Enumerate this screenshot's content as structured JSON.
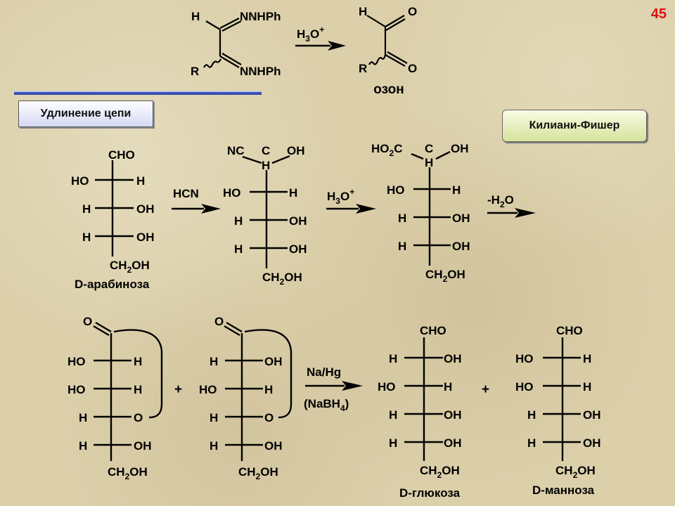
{
  "slide": {
    "page_number": "45"
  },
  "labels": {
    "chain_extension": "Удлинение цепи",
    "kiliani_fischer": "Килиани-Фишер",
    "ozone": "озон",
    "arabinose": "D-арабиноза",
    "glucose": "D-глюкоза",
    "mannose": "D-манноза"
  },
  "reagents": {
    "h3o": "H",
    "h3o_sub": "3",
    "h3o_o": "O",
    "h3o_plus": "+",
    "hcn": "HCN",
    "minus_h2o": "-H",
    "minus_h2o_sub": "2",
    "minus_h2o_o": "O",
    "na_hg": "Na/Hg",
    "nabh4_open": "(NaBH",
    "nabh4_sub": "4",
    "nabh4_close": ")",
    "plus": "+"
  },
  "atoms": {
    "H": "H",
    "O": "O",
    "HO": "HO",
    "OH": "OH",
    "R": "R",
    "NNHPh": "NNHPh",
    "CHO": "CHO",
    "CH": "CH",
    "CH2OH_sub": "2",
    "OH_tail": "OH",
    "NC": "NC",
    "C": "C",
    "HO2C_a": "HO",
    "HO2C_sub": "2",
    "HO2C_b": "C"
  }
}
